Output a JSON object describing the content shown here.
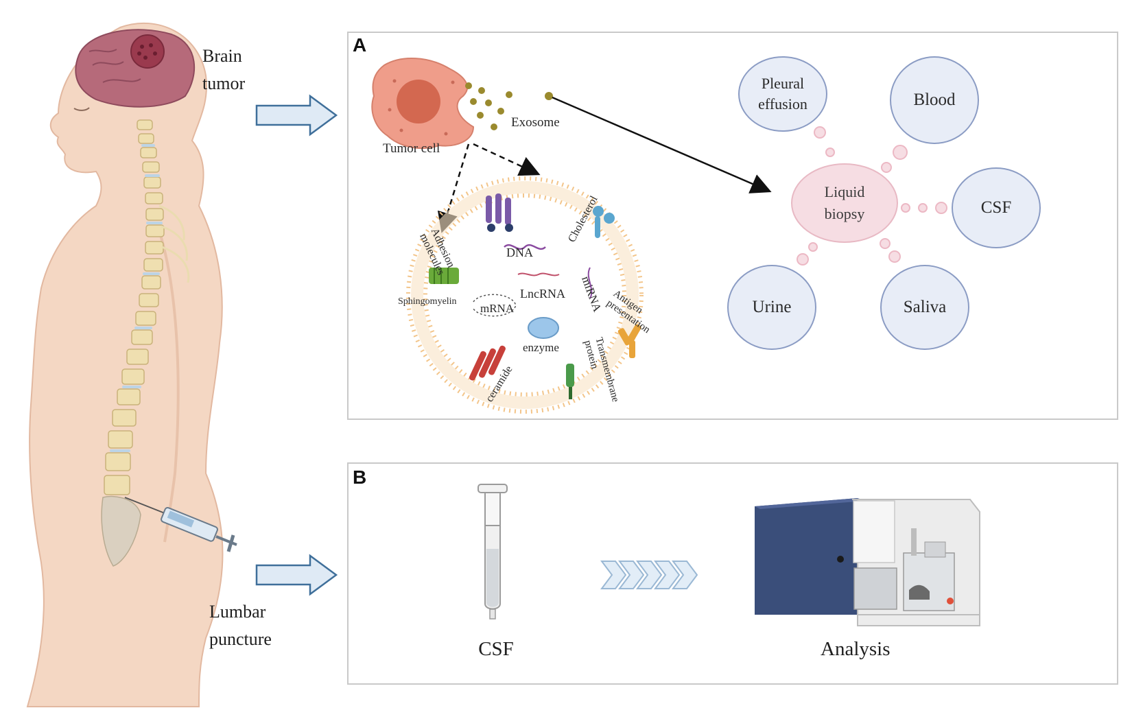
{
  "left": {
    "brain_label": "Brain tumor",
    "lumbar_label": "Lumbar puncture"
  },
  "panel_a": {
    "letter": "A",
    "tumor_cell_label": "Tumor cell",
    "exosome_label": "Exosome",
    "components": {
      "adhesion": "Adhesion molecules",
      "dna": "DNA",
      "cholesterol": "Cholesterol",
      "sphingomyelin": "Sphingomyelin",
      "lncrna": "LncRNA",
      "mirna": "miRNA",
      "mrna": "mRNA",
      "antigen": "Antigen presentation",
      "enzyme": "enzyme",
      "ceramide": "ceramide",
      "transmembrane": "Transmembrane protein"
    },
    "liquid_biopsy": "Liquid biopsy",
    "sources": {
      "pleural": "Pleural effusion",
      "blood": "Blood",
      "csf": "CSF",
      "urine": "Urine",
      "saliva": "Saliva"
    }
  },
  "panel_b": {
    "letter": "B",
    "csf_label": "CSF",
    "analysis_label": "Analysis"
  }
}
